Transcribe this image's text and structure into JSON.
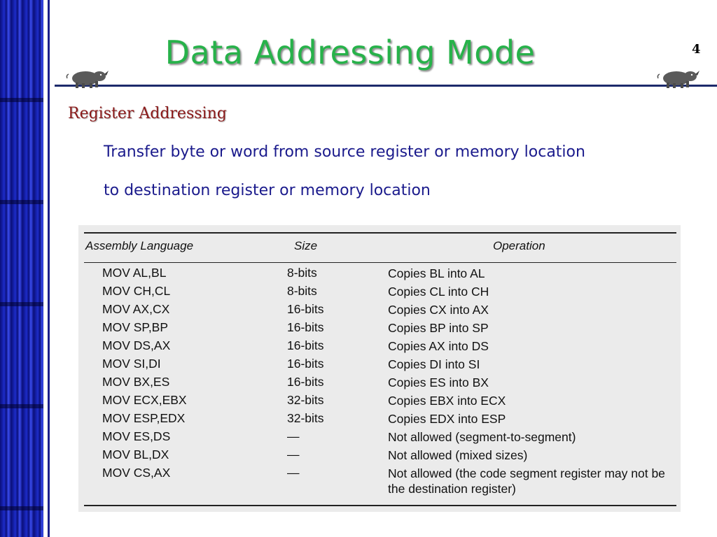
{
  "slide": {
    "title": "Data Addressing Mode",
    "page_number": "4",
    "subtitle": "Register Addressing",
    "description_line1": "Transfer byte or word from source register or memory location",
    "description_line2": "to destination register or memory location"
  },
  "table": {
    "headers": {
      "assembly": "Assembly Language",
      "size": "Size",
      "operation": "Operation"
    },
    "rows": [
      {
        "asm": "MOV AL,BL",
        "size": "8-bits",
        "op": "Copies BL into AL"
      },
      {
        "asm": "MOV CH,CL",
        "size": "8-bits",
        "op": "Copies CL into CH"
      },
      {
        "asm": "MOV AX,CX",
        "size": "16-bits",
        "op": "Copies CX into AX"
      },
      {
        "asm": "MOV SP,BP",
        "size": "16-bits",
        "op": "Copies BP into SP"
      },
      {
        "asm": "MOV DS,AX",
        "size": "16-bits",
        "op": "Copies AX into DS"
      },
      {
        "asm": "MOV SI,DI",
        "size": "16-bits",
        "op": "Copies DI into SI"
      },
      {
        "asm": "MOV BX,ES",
        "size": "16-bits",
        "op": "Copies ES into BX"
      },
      {
        "asm": "MOV ECX,EBX",
        "size": "32-bits",
        "op": "Copies EBX into ECX"
      },
      {
        "asm": "MOV ESP,EDX",
        "size": "32-bits",
        "op": "Copies EDX into ESP"
      },
      {
        "asm": "MOV ES,DS",
        "size": "—",
        "op": "Not allowed (segment-to-segment)"
      },
      {
        "asm": "MOV BL,DX",
        "size": "—",
        "op": "Not allowed (mixed sizes)"
      },
      {
        "asm": "MOV CS,AX",
        "size": "—",
        "op": "Not allowed (the code segment register may not be the destination register)"
      }
    ]
  },
  "colors": {
    "title": "#27b24a",
    "subtitle": "#8b1a1a",
    "description": "#1a1a8c",
    "left_bar": "#0a0f7a"
  },
  "icons": {
    "left_decoration": "rhino-icon",
    "right_decoration": "rhino-icon"
  }
}
